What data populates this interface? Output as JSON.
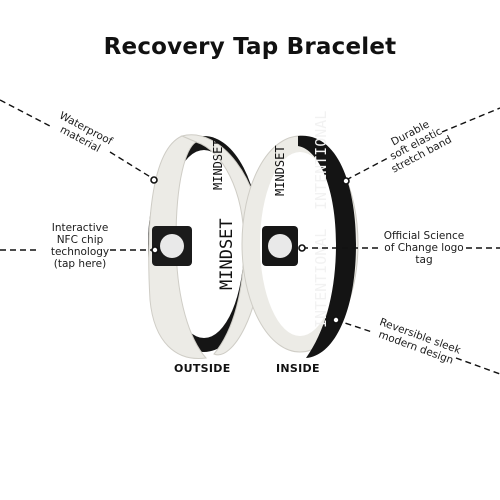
{
  "title": "Recovery Tap Bracelet",
  "labels": {
    "waterproof": [
      "Waterproof",
      "material"
    ],
    "nfc": [
      "Interactive",
      "NFC chip",
      "technology",
      "(tap here)"
    ],
    "durable": [
      "Durable",
      "soft elastic",
      "stretch band"
    ],
    "logo": [
      "Official Science",
      "of Change logo",
      "tag"
    ],
    "reversible": [
      "Reversible sleek",
      "modern design"
    ]
  },
  "bands": {
    "outside_word": "MINDSET",
    "inside_word": "INTENTIONAL",
    "outside_back_word": "MINDSET",
    "inside_back_word": "MINDSET"
  },
  "captions": {
    "outside": "OUTSIDE",
    "inside": "INSIDE"
  },
  "colors": {
    "band_light": "#ecebe6",
    "band_dark": "#141414",
    "text_dark": "#111111"
  }
}
